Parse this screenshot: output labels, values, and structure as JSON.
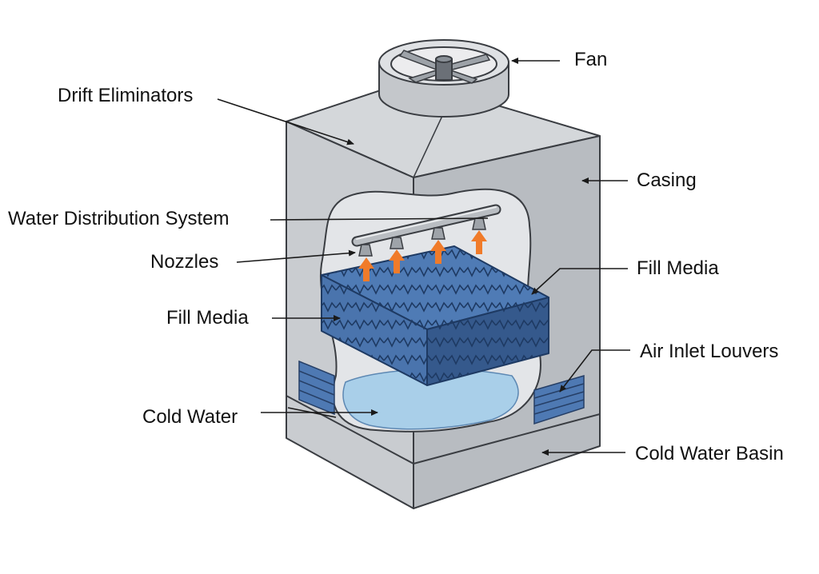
{
  "labels": {
    "fan": "Fan",
    "drift_eliminators": "Drift Eliminators",
    "casing": "Casing",
    "water_distribution_system": "Water Distribution System",
    "nozzles": "Nozzles",
    "fill_media_left": "Fill Media",
    "fill_media_right": "Fill Media",
    "air_inlet_louvers": "Air Inlet Louvers",
    "cold_water": "Cold Water",
    "cold_water_basin": "Cold Water Basin"
  },
  "colors": {
    "casing_front": "#c9ccd0",
    "casing_side": "#b8bcc1",
    "casing_top": "#d4d7da",
    "outline": "#3a3d42",
    "cutaway_interior": "#e3e5e8",
    "fill_media": "#4a74ad",
    "fill_media_dark": "#35598c",
    "cold_water": "#a9cfe9",
    "louvers": "#4e79b3",
    "spray_arrows": "#f07b2a",
    "leader_lines": "#1a1a1a"
  }
}
